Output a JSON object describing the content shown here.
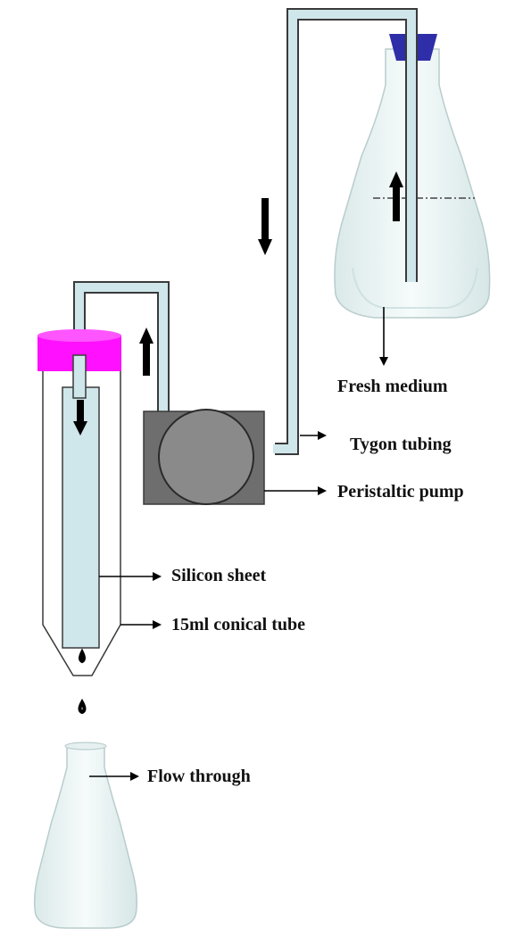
{
  "labels": {
    "fresh_medium": "Fresh medium",
    "tygon_tubing": "Tygon tubing",
    "peristaltic_pump": "Peristaltic pump",
    "silicon_sheet": "Silicon sheet",
    "conical_tube": "15ml conical tube",
    "flow_through": "Flow through"
  },
  "colors": {
    "tubing": "#cfe6ea",
    "tubing_stroke": "#3a3a3a",
    "cap_magenta": "#ff10ff",
    "stopper_blue": "#2e2ea8",
    "pump_body": "#6e6e6e",
    "pump_rotor": "#8a8a8a",
    "flask_glass": "#eaf4f4",
    "arrow": "#000000"
  },
  "icons": {
    "flow_arrow": "arrow-icon",
    "drop": "droplet-icon"
  }
}
